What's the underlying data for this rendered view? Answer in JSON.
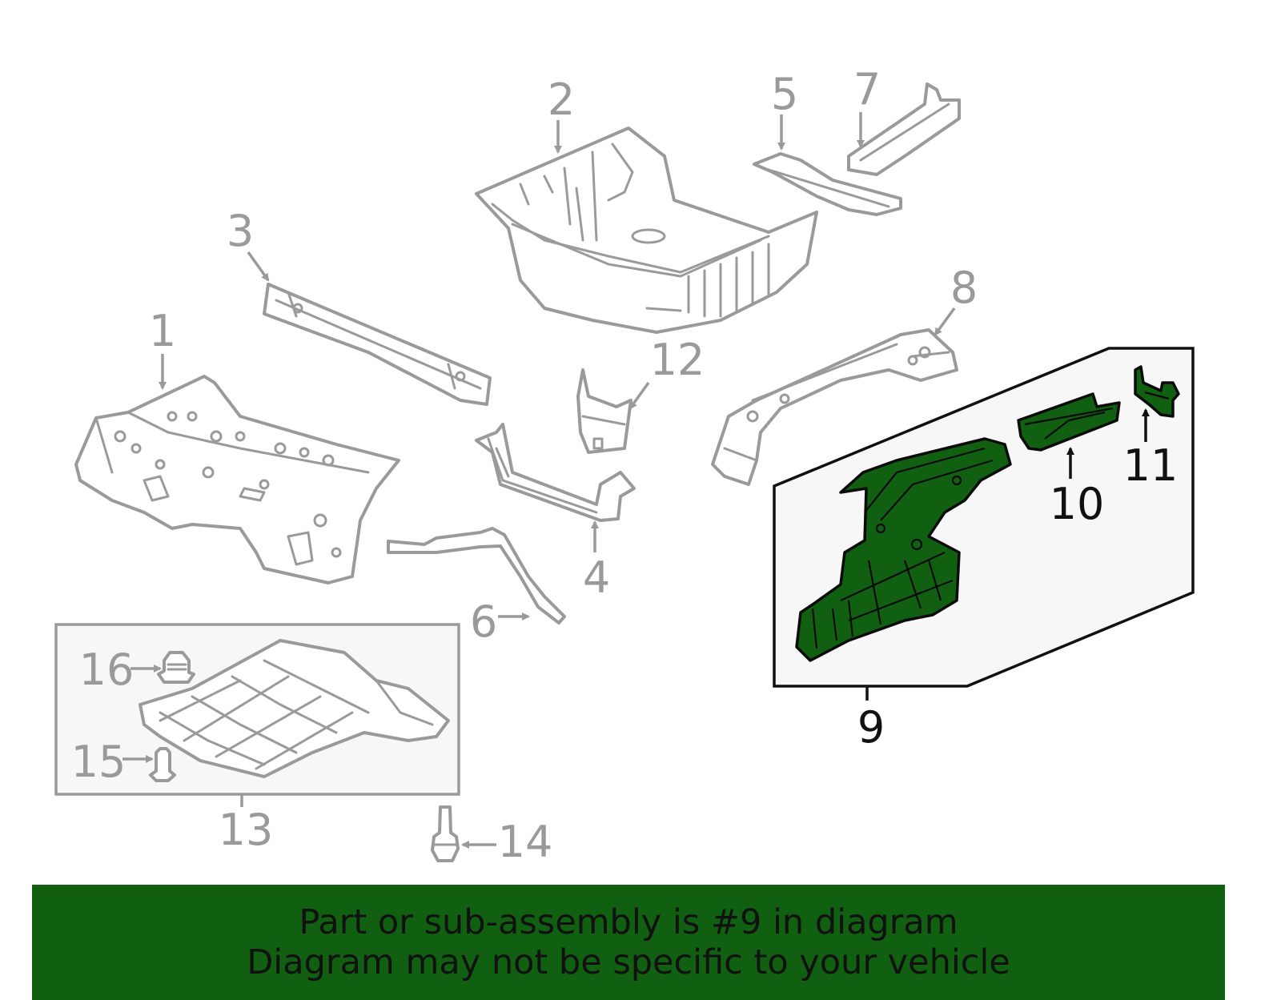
{
  "callouts": {
    "c1": "1",
    "c2": "2",
    "c3": "3",
    "c4": "4",
    "c5": "5",
    "c6": "6",
    "c7": "7",
    "c8": "8",
    "c9": "9",
    "c10": "10",
    "c11": "11",
    "c12": "12",
    "c13": "13",
    "c14": "14",
    "c15": "15",
    "c16": "16"
  },
  "highlight": {
    "callout": "9",
    "color": "#116011"
  },
  "banner": {
    "line1": "Part or sub-assembly is #9 in diagram",
    "line2": "Diagram may not be specific to your vehicle",
    "background": "#116011"
  },
  "colors": {
    "part_outline": "#9a9a9a",
    "inset_fill": "#f7f7f7",
    "highlight_fill": "#116011"
  }
}
